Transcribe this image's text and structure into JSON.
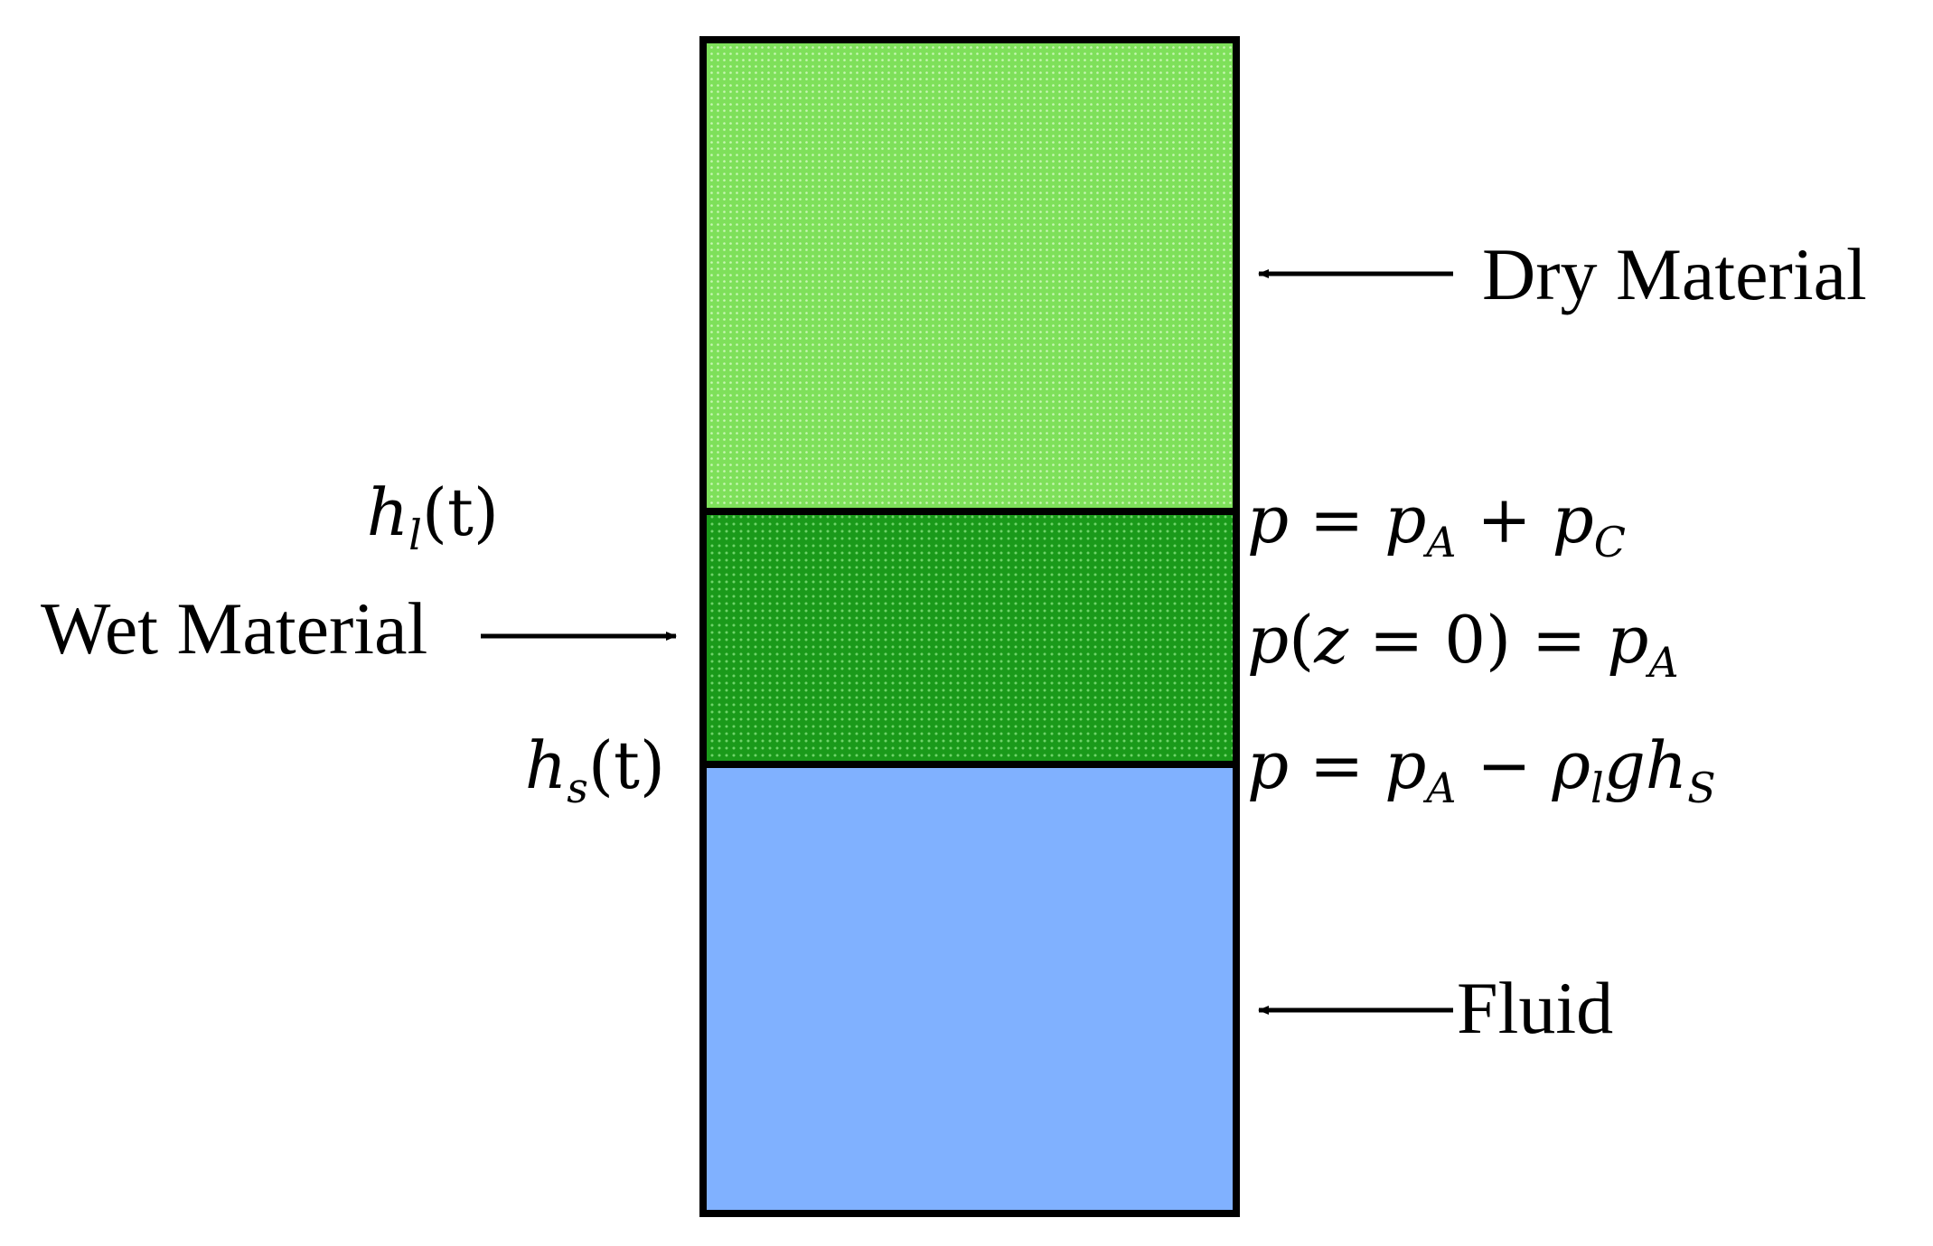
{
  "layers": [
    {
      "id": "dry",
      "name": "Dry Material",
      "fill": "#7ee05a",
      "dot": "#c9f7b5"
    },
    {
      "id": "wet",
      "name": "Wet Material",
      "fill": "#1a9a1a",
      "dot": "#6fd46a"
    },
    {
      "id": "fluid",
      "name": "Fluid",
      "fill": "#80b1ff",
      "dot": "#80b1ff"
    }
  ],
  "labels": {
    "dry_material": "Dry Material",
    "wet_material": "Wet Material",
    "fluid": "Fluid"
  },
  "interfaces": {
    "upper": {
      "height_symbol": "h",
      "height_subscript": "l",
      "height_arg": "(t)",
      "pressure_eq": {
        "lhs": "p",
        "eq": " = ",
        "term1": "p",
        "term1_sub": "A",
        "op": " + ",
        "term2": "p",
        "term2_sub": "C"
      }
    },
    "middle": {
      "pressure_eq": {
        "lhs": "p",
        "open": "(",
        "var": "z",
        "eq1": " = ",
        "val": "0",
        "close": ")",
        "eq2": " = ",
        "term1": "p",
        "term1_sub": "A"
      }
    },
    "lower": {
      "height_symbol": "h",
      "height_subscript": "s",
      "height_arg": "(t)",
      "pressure_eq": {
        "lhs": "p",
        "eq": " = ",
        "term1": "p",
        "term1_sub": "A",
        "op": " − ",
        "rho": "ρ",
        "rho_sub": "l",
        "g": "g",
        "h": "h",
        "h_sub": "S"
      }
    }
  },
  "colors": {
    "outline": "#000000",
    "arrow": "#000000"
  }
}
